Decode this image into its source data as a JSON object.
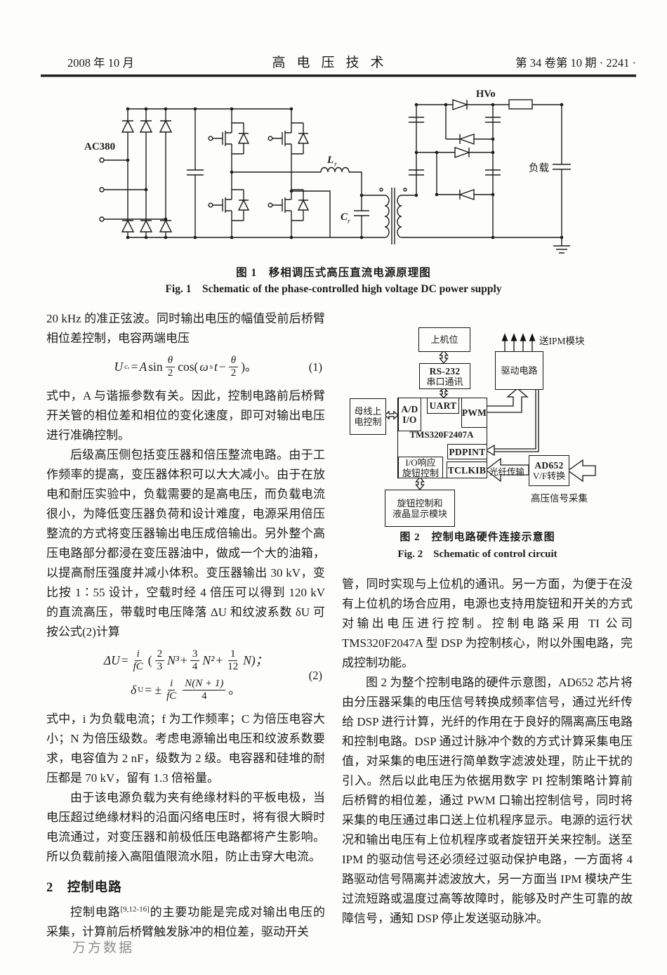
{
  "header": {
    "date": "2008 年 10 月",
    "journal": "高电压技术",
    "issue": "第 34 卷第 10 期 · 2241 ·"
  },
  "fig1": {
    "caption_zh": "图 1　移相调压式高压直流电源原理图",
    "caption_en": "Fig. 1　Schematic of the phase-controlled high voltage DC power supply",
    "labels": {
      "ac": "AC380",
      "l": "L",
      "l_sub": "r",
      "c": "C",
      "c_sub": "r",
      "hvo": "HVo",
      "load": "负载"
    }
  },
  "left": {
    "p1": "20 kHz 的准正弦波。同时输出电压的幅值受前后桥臂相位差控制，电容两端电压",
    "eq1": {
      "lhs": "U",
      "lhs_sub": "cᵣ",
      "rel": "=",
      "coef": "A",
      "fn": "sin",
      "n1": "θ",
      "d1": "2",
      "fn2": "cos(",
      "omega": "ω",
      "osub": "s",
      "t": "t",
      "minus": "−",
      "n2": "θ",
      "d2": "2",
      "close": ")。",
      "no": "(1)"
    },
    "p2": "式中，A 与谐振参数有关。因此，控制电路前后桥臂开关管的相位差和相位的变化速度，即可对输出电压进行准确控制。",
    "p3": "后级高压侧包括变压器和倍压整流电路。由于工作频率的提高，变压器体积可以大大减小。由于在放电和耐压实验中，负载需要的是高电压，而负载电流很小，为降低变压器负荷和设计难度，电源采用倍压整流的方式将变压器输出电压成倍输出。另外整个高压电路部分都浸在变压器油中，做成一个大的油箱，以提高耐压强度并减小体积。变压器输出 30 kV，变比按 1∶55 设计，空载时经 4 倍压可以得到 120 kV 的直流高压，带载时电压降落 ΔU 和纹波系数 δU 可按公式(2)计算",
    "eq2": {
      "a_lhs": "ΔU",
      "a_rel": "=",
      "a_n": "i",
      "a_d": "fC",
      "a_open": "(",
      "f1n": "2",
      "f1d": "3",
      "a_t1": "N³",
      "a_p1": "+",
      "f2n": "3",
      "f2d": "4",
      "a_t2": "N²",
      "a_p2": "+",
      "f3n": "1",
      "f3d": "12",
      "a_t3": "N)；",
      "b_lhs": "δ",
      "b_sub": "U",
      "b_rel": "= ±",
      "b_n": "i",
      "b_d": "fC",
      "b_fn": "N(N + 1)",
      "b_fd": "4",
      "b_end": "。",
      "no": "(2)"
    },
    "p4": "式中，i 为负载电流；f 为工作频率；C 为倍压电容大小；N 为倍压级数。考虑电源输出电压和纹波系数要求，电容值为 2 nF，级数为 2 级。电容器和硅堆的耐压都是 70 kV，留有 1.3 倍裕量。",
    "p5": "由于该电源负载为夹有绝缘材料的平板电极，当电压超过绝缘材料的沿面闪络电压时，将有很大瞬时电流通过，对变压器和前极低压电路都将产生影响。所以负载前接入高阻值限流水阻，防止击穿大电流。",
    "h2": "2　控制电路",
    "p6_pre": "控制电路",
    "p6_ref": "[9,12-16]",
    "p6_post": "的主要功能是完成对输出电压的采集，计算前后桥臂触发脉冲的相位差，驱动开关"
  },
  "fig2": {
    "caption_zh": "图 2　控制电路硬件连接示意图",
    "caption_en": "Fig. 2　Schematic of control circuit",
    "host": "上机位",
    "rs232_1": "RS-232",
    "rs232_2": "串口通讯",
    "drive": "驱动电路",
    "ipm": "送IPM模块",
    "bus_1": "母线上",
    "bus_2": "电控制",
    "adio_1": "A/D",
    "adio_2": "I/O",
    "uart": "UART",
    "pwm": "PWM",
    "dsp": "TMS320F2407A",
    "pdpint": "PDPINT",
    "io_1": "I/O响应",
    "io_2": "旋钮控制",
    "tclkib": "TCLKIB",
    "knob_1": "旋钮控制和",
    "knob_2": "液晶显示模块",
    "ad652_1": "AD652",
    "ad652_2": "V/F转换",
    "fiber": "光纤传输",
    "hv": "高压信号采集"
  },
  "right": {
    "p1": "管，同时实现与上位机的通讯。另一方面，为便于在没有上位机的场合应用，电源也支持用旋钮和开关的方式对输出电压进行控制。控制电路采用 TI 公司 TMS320F2047A 型 DSP 为控制核心，附以外围电路，完成控制功能。",
    "p2": "图 2 为整个控制电路的硬件示意图，AD652 芯片将由分压器采集的电压信号转换成频率信号，通过光纤传给 DSP 进行计算，光纤的作用在于良好的隔离高压电路和控制电路。DSP 通过计脉冲个数的方式计算采集电压值，对采集的电压进行简单数字滤波处理，防止干扰的引入。然后以此电压为依据用数字 PI 控制策略计算前后桥臂的相位差，通过 PWM 口输出控制信号，同时将采集的电压通过串口送上位机程序显示。电源的运行状况和输出电压有上位机程序或者旋钮开关来控制。送至 IPM 的驱动信号还必须经过驱动保护电路，一方面将 4 路驱动信号隔离并滤波放大，另一方面当 IPM 模块产生过流短路或温度过高等故障时，能够及时产生可靠的故障信号，通知 DSP 停止发送驱动脉冲。"
  },
  "watermark": "万方数据"
}
